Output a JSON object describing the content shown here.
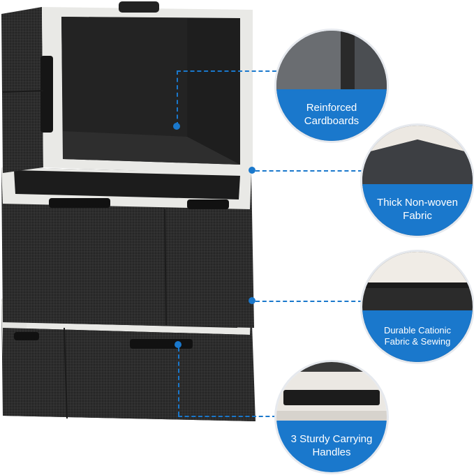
{
  "features": [
    {
      "line1": "Reinforced",
      "line2": "Cardboards"
    },
    {
      "line1": "Thick Non-woven",
      "line2": "Fabric"
    },
    {
      "line1": "Durable Cationic",
      "line2": "Fabric & Sewing"
    },
    {
      "line1": "3 Sturdy Carrying",
      "line2": "Handles"
    }
  ],
  "colors": {
    "accent": "#1a78cc",
    "bin_fabric": "#2b2b2b",
    "bin_trim": "#e9e9e6"
  }
}
